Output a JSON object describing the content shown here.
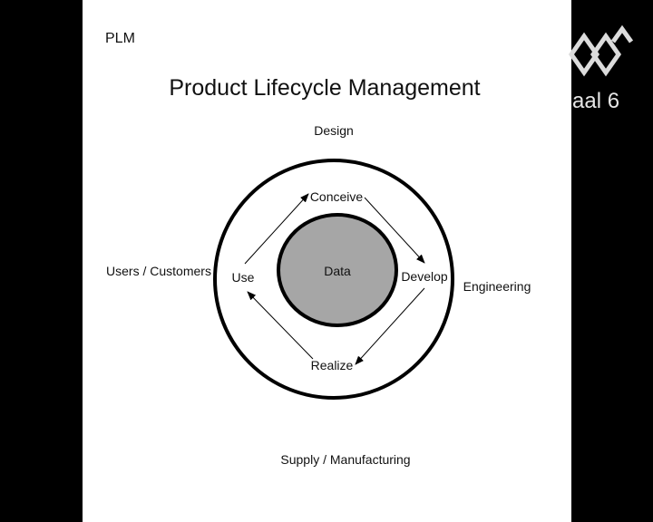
{
  "slide": {
    "corner_label": "PLM",
    "title": "Product Lifecycle Management"
  },
  "diagram": {
    "outer_labels": {
      "top": "Design",
      "left": "Users / Customers",
      "right": "Engineering",
      "bottom": "Supply / Manufacturing"
    },
    "cycle_stages": {
      "top": "Conceive",
      "right": "Develop",
      "bottom": "Realize",
      "left": "Use"
    },
    "core_label": "Data",
    "colors": {
      "core_fill": "#a6a6a6",
      "stroke": "#000000"
    }
  },
  "overlay": {
    "channel_text": "aal 6",
    "logo_icon": "channel-logo-icon"
  }
}
